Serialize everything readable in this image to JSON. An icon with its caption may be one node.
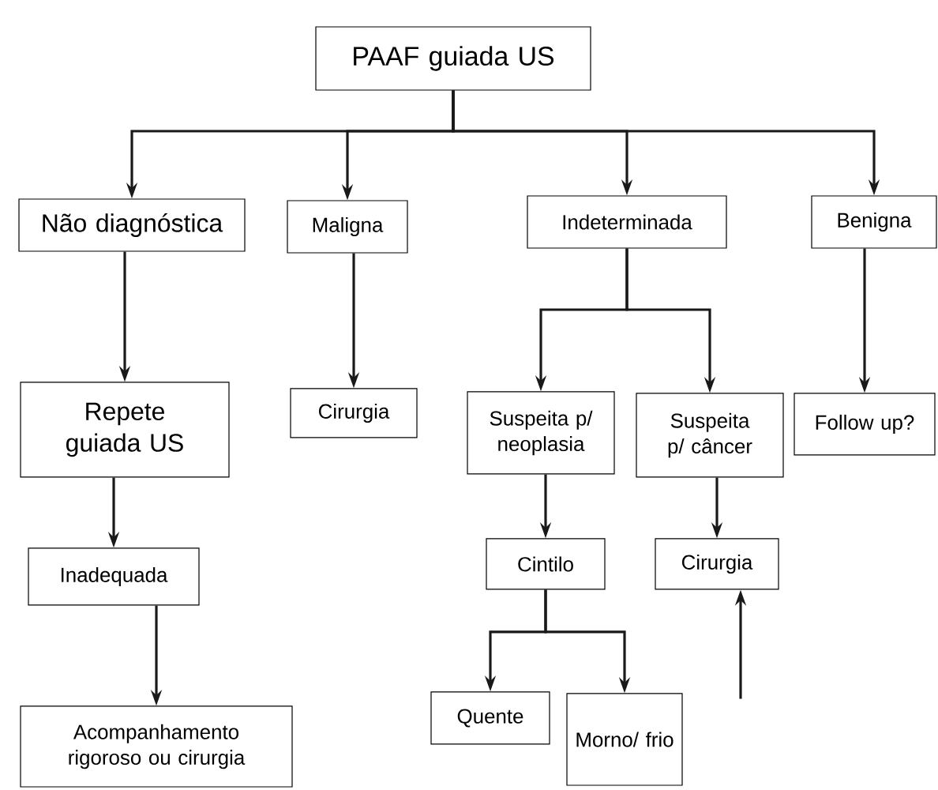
{
  "diagram": {
    "nodes": [
      {
        "text": [
          "PAAF guiada US"
        ]
      },
      {
        "text": [
          "Não diagnóstica"
        ]
      },
      {
        "text": [
          "Maligna"
        ]
      },
      {
        "text": [
          "Indeterminada"
        ]
      },
      {
        "text": [
          "Benigna"
        ]
      },
      {
        "text": [
          "Repete guiada US"
        ]
      },
      {
        "text": [
          "Cirurgia"
        ]
      },
      {
        "text": [
          "Suspeita p/ neoplasia"
        ]
      },
      {
        "text": [
          "Suspeita p/ câncer"
        ]
      },
      {
        "text": [
          "Follow up?"
        ]
      },
      {
        "text": [
          "Inadequada"
        ]
      },
      {
        "text": [
          "Cintilo"
        ]
      },
      {
        "text": [
          "Cirurgia"
        ]
      },
      {
        "text": [
          "Quente"
        ]
      },
      {
        "text": [
          "Morno/ frio"
        ]
      },
      {
        "text": [
          "Acompanhamento rigoroso ou cirurgia"
        ]
      }
    ],
    "edges": [
      {
        "from": 0,
        "to": 1,
        "arrow": "to"
      },
      {
        "from": 0,
        "to": 2,
        "arrow": "to"
      },
      {
        "from": 0,
        "to": 3,
        "arrow": "to"
      },
      {
        "from": 0,
        "to": 4,
        "arrow": "to"
      },
      {
        "from": 1,
        "to": 5,
        "arrow": "to"
      },
      {
        "from": 2,
        "to": 6,
        "arrow": "to"
      },
      {
        "from": 3,
        "to": 7,
        "arrow": "to"
      },
      {
        "from": 3,
        "to": 8,
        "arrow": "to"
      },
      {
        "from": 4,
        "to": 9,
        "arrow": "to"
      },
      {
        "from": 5,
        "to": 10,
        "arrow": "to"
      },
      {
        "from": 7,
        "to": 11,
        "arrow": "to"
      },
      {
        "from": 8,
        "to": 12,
        "arrow": "to"
      },
      {
        "from": 10,
        "to": 15,
        "arrow": "to"
      },
      {
        "from": 11,
        "to": 13,
        "arrow": "to"
      },
      {
        "from": 11,
        "to": 14,
        "arrow": "to"
      },
      {
        "from": null,
        "to": 12,
        "arrow": "to"
      }
    ]
  }
}
